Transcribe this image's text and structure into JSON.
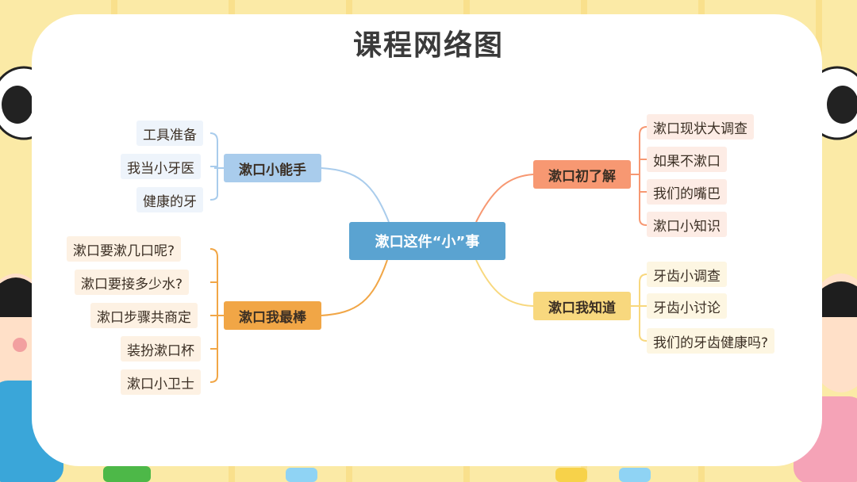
{
  "title": "课程网络图",
  "center": "漱口这件“小”事",
  "branches": {
    "left_top": {
      "label": "漱口小能手",
      "leaves": [
        "工具准备",
        "我当小牙医",
        "健康的牙"
      ]
    },
    "left_bottom": {
      "label": "漱口我最棒",
      "leaves": [
        "漱口要漱几口呢?",
        "漱口要接多少水?",
        "漱口步骤共商定",
        "装扮漱口杯",
        "漱口小卫士"
      ]
    },
    "right_top": {
      "label": "漱口初了解",
      "leaves": [
        "漱口现状大调查",
        "如果不漱口",
        "我们的嘴巴",
        "漱口小知识"
      ]
    },
    "right_bottom": {
      "label": "漱口我知道",
      "leaves": [
        "牙齿小调查",
        "牙齿小讨论",
        "我们的牙齿健康吗?"
      ]
    }
  },
  "colors": {
    "center": "#5aa3d1",
    "blue": "#a9ccec",
    "orange": "#f1a646",
    "salmon": "#f79872",
    "yellow": "#f8d87e"
  }
}
